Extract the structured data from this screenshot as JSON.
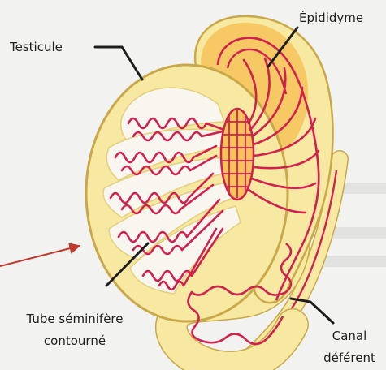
{
  "labels": {
    "testicule": "Testicule",
    "epididyme": "Épididyme",
    "tube_line1": "Tube séminifère",
    "tube_line2": "contourné",
    "canal_line1": "Canal",
    "canal_line2": "déférent"
  },
  "colors": {
    "background": "#f2f2f0",
    "organ_fill": "#f7e9a2",
    "organ_outline": "#c9a84a",
    "epididymis_fill": "#f6c35a",
    "tubule": "#d11f4e",
    "tubule_light": "#f8f6ee",
    "leader_line": "#1e1e1e",
    "pointer_arrow": "#c0392b"
  }
}
